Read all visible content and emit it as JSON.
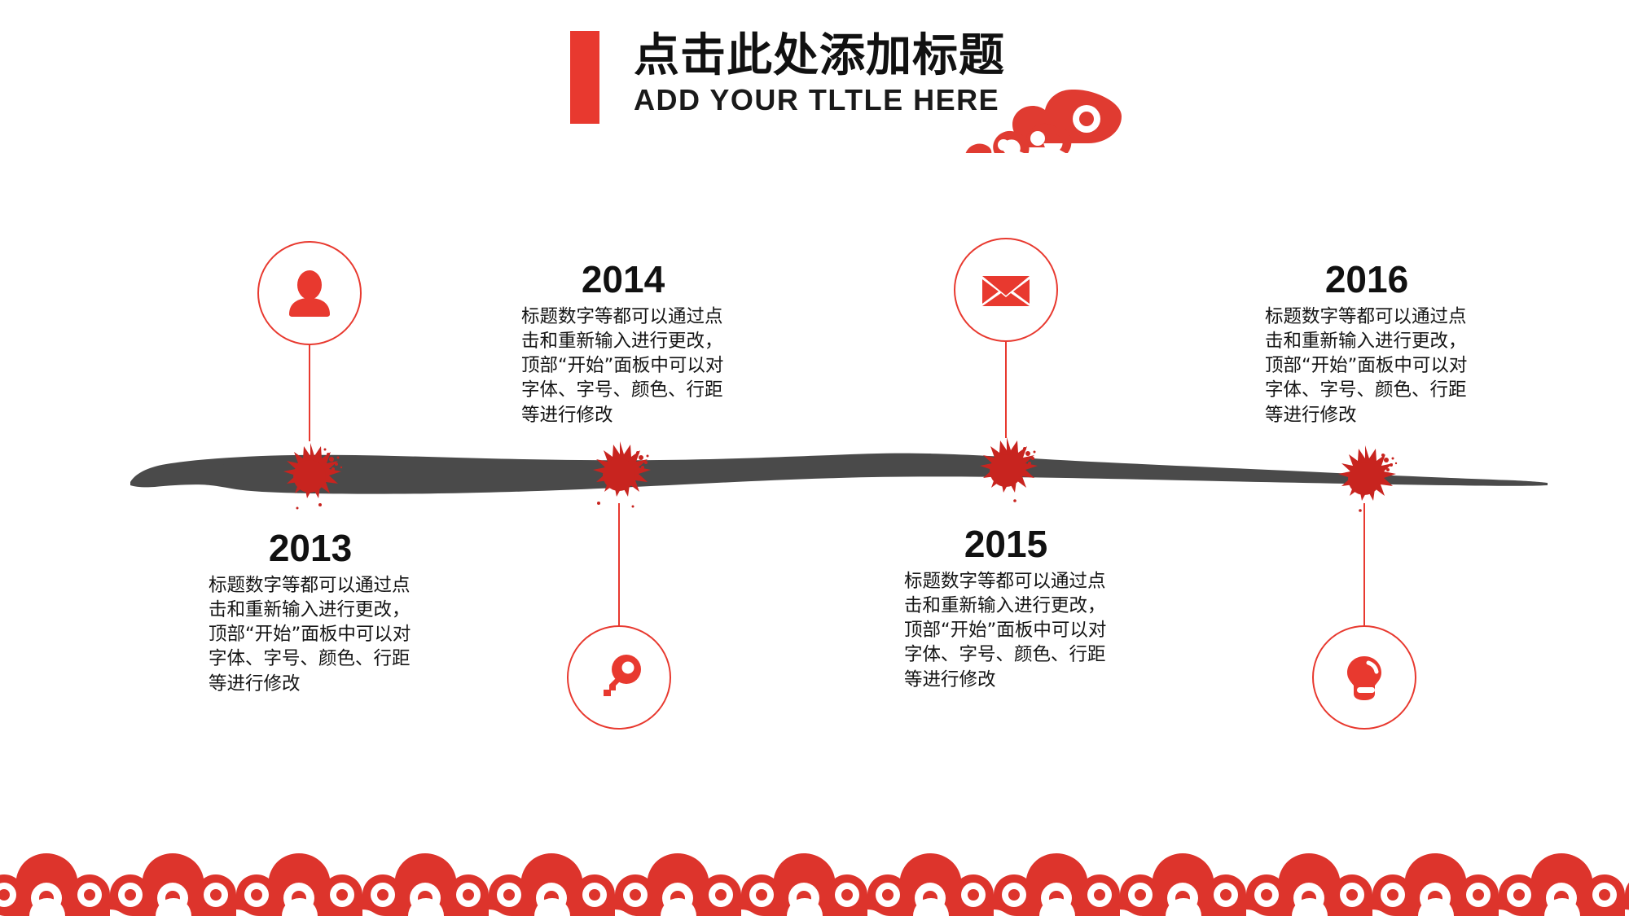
{
  "header": {
    "title_cn": "点击此处添加标题",
    "title_en": "ADD YOUR TLTLE HERE",
    "accent_color": "#e8392f",
    "bar_icon": "red-vertical-bar",
    "cloud_icon": "chinese-cloud-ornament-icon"
  },
  "theme": {
    "red": "#e8392f",
    "brush_gray": "#4a4a4a",
    "splatter_red": "#c8241f",
    "text_black": "#111111",
    "background": "#ffffff"
  },
  "timeline": {
    "label": "brush-stroke-timeline",
    "milestones": [
      {
        "year": "2013",
        "body": "标题数字等都可以通过点击和重新输入进行更改，顶部“开始”面板中可以对字体、字号、颜色、行距等进行修改",
        "icon": "user-icon",
        "icon_position": "above",
        "text_position": "below"
      },
      {
        "year": "2014",
        "body": "标题数字等都可以通过点击和重新输入进行更改，顶部“开始”面板中可以对字体、字号、颜色、行距等进行修改",
        "icon": "key-icon",
        "icon_position": "below",
        "text_position": "above"
      },
      {
        "year": "2015",
        "body": "标题数字等都可以通过点击和重新输入进行更改，顶部“开始”面板中可以对字体、字号、颜色、行距等进行修改",
        "icon": "envelope-icon",
        "icon_position": "above",
        "text_position": "below"
      },
      {
        "year": "2016",
        "body": "标题数字等都可以通过点击和重新输入进行更改，顶部“开始”面板中可以对字体、字号、颜色、行距等进行修改",
        "icon": "lightbulb-icon",
        "icon_position": "below",
        "text_position": "above"
      }
    ]
  },
  "footer": {
    "ornament": "chinese-auspicious-cloud-border"
  }
}
